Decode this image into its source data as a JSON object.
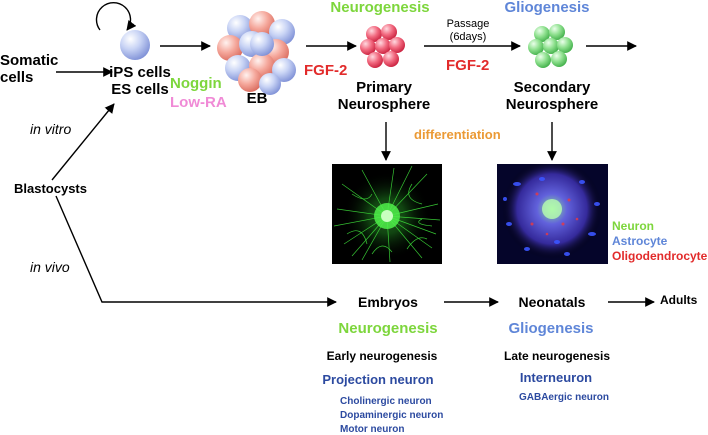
{
  "inputs": {
    "somatic": "Somatic\ncells",
    "blastocysts": "Blastocysts",
    "in_vitro": "in vitro",
    "in_vivo": "in vivo"
  },
  "culture": {
    "ips_es": "iPS cells\nES cells",
    "noggin": "Noggin",
    "low_ra": "Low-RA",
    "eb": "EB",
    "fgf2_a": "FGF-2",
    "fgf2_b": "FGF-2",
    "neurogenesis": "Neurogenesis",
    "gliogenesis": "Gliogenesis",
    "passage": "Passage\n(6days)",
    "primary": "Primary\nNeurosphere",
    "secondary": "Secondary\nNeurosphere",
    "differentiation": "differentiation"
  },
  "legend": {
    "neuron": "Neuron",
    "astrocyte": "Astrocyte",
    "oligodendrocyte": "Oligodendrocyte"
  },
  "in_vivo_stages": {
    "embryos": "Embryos",
    "neonatals": "Neonatals",
    "adults": "Adults",
    "neurogenesis": "Neurogenesis",
    "gliogenesis": "Gliogenesis",
    "early": "Early neurogenesis",
    "late": "Late neurogenesis",
    "projection": "Projection neuron",
    "interneuron": "Interneuron",
    "gabaergic": "GABAergic neuron",
    "cholinergic": "Cholinergic neuron",
    "dopaminergic": "Dopaminergic neuron",
    "motor": "Motor neuron"
  },
  "colors": {
    "green": "#7dd63c",
    "pink": "#f08ad6",
    "red": "#e22b2b",
    "blue": "#5f86d8",
    "orange": "#eb9a35",
    "navy": "#2c4aa0"
  }
}
